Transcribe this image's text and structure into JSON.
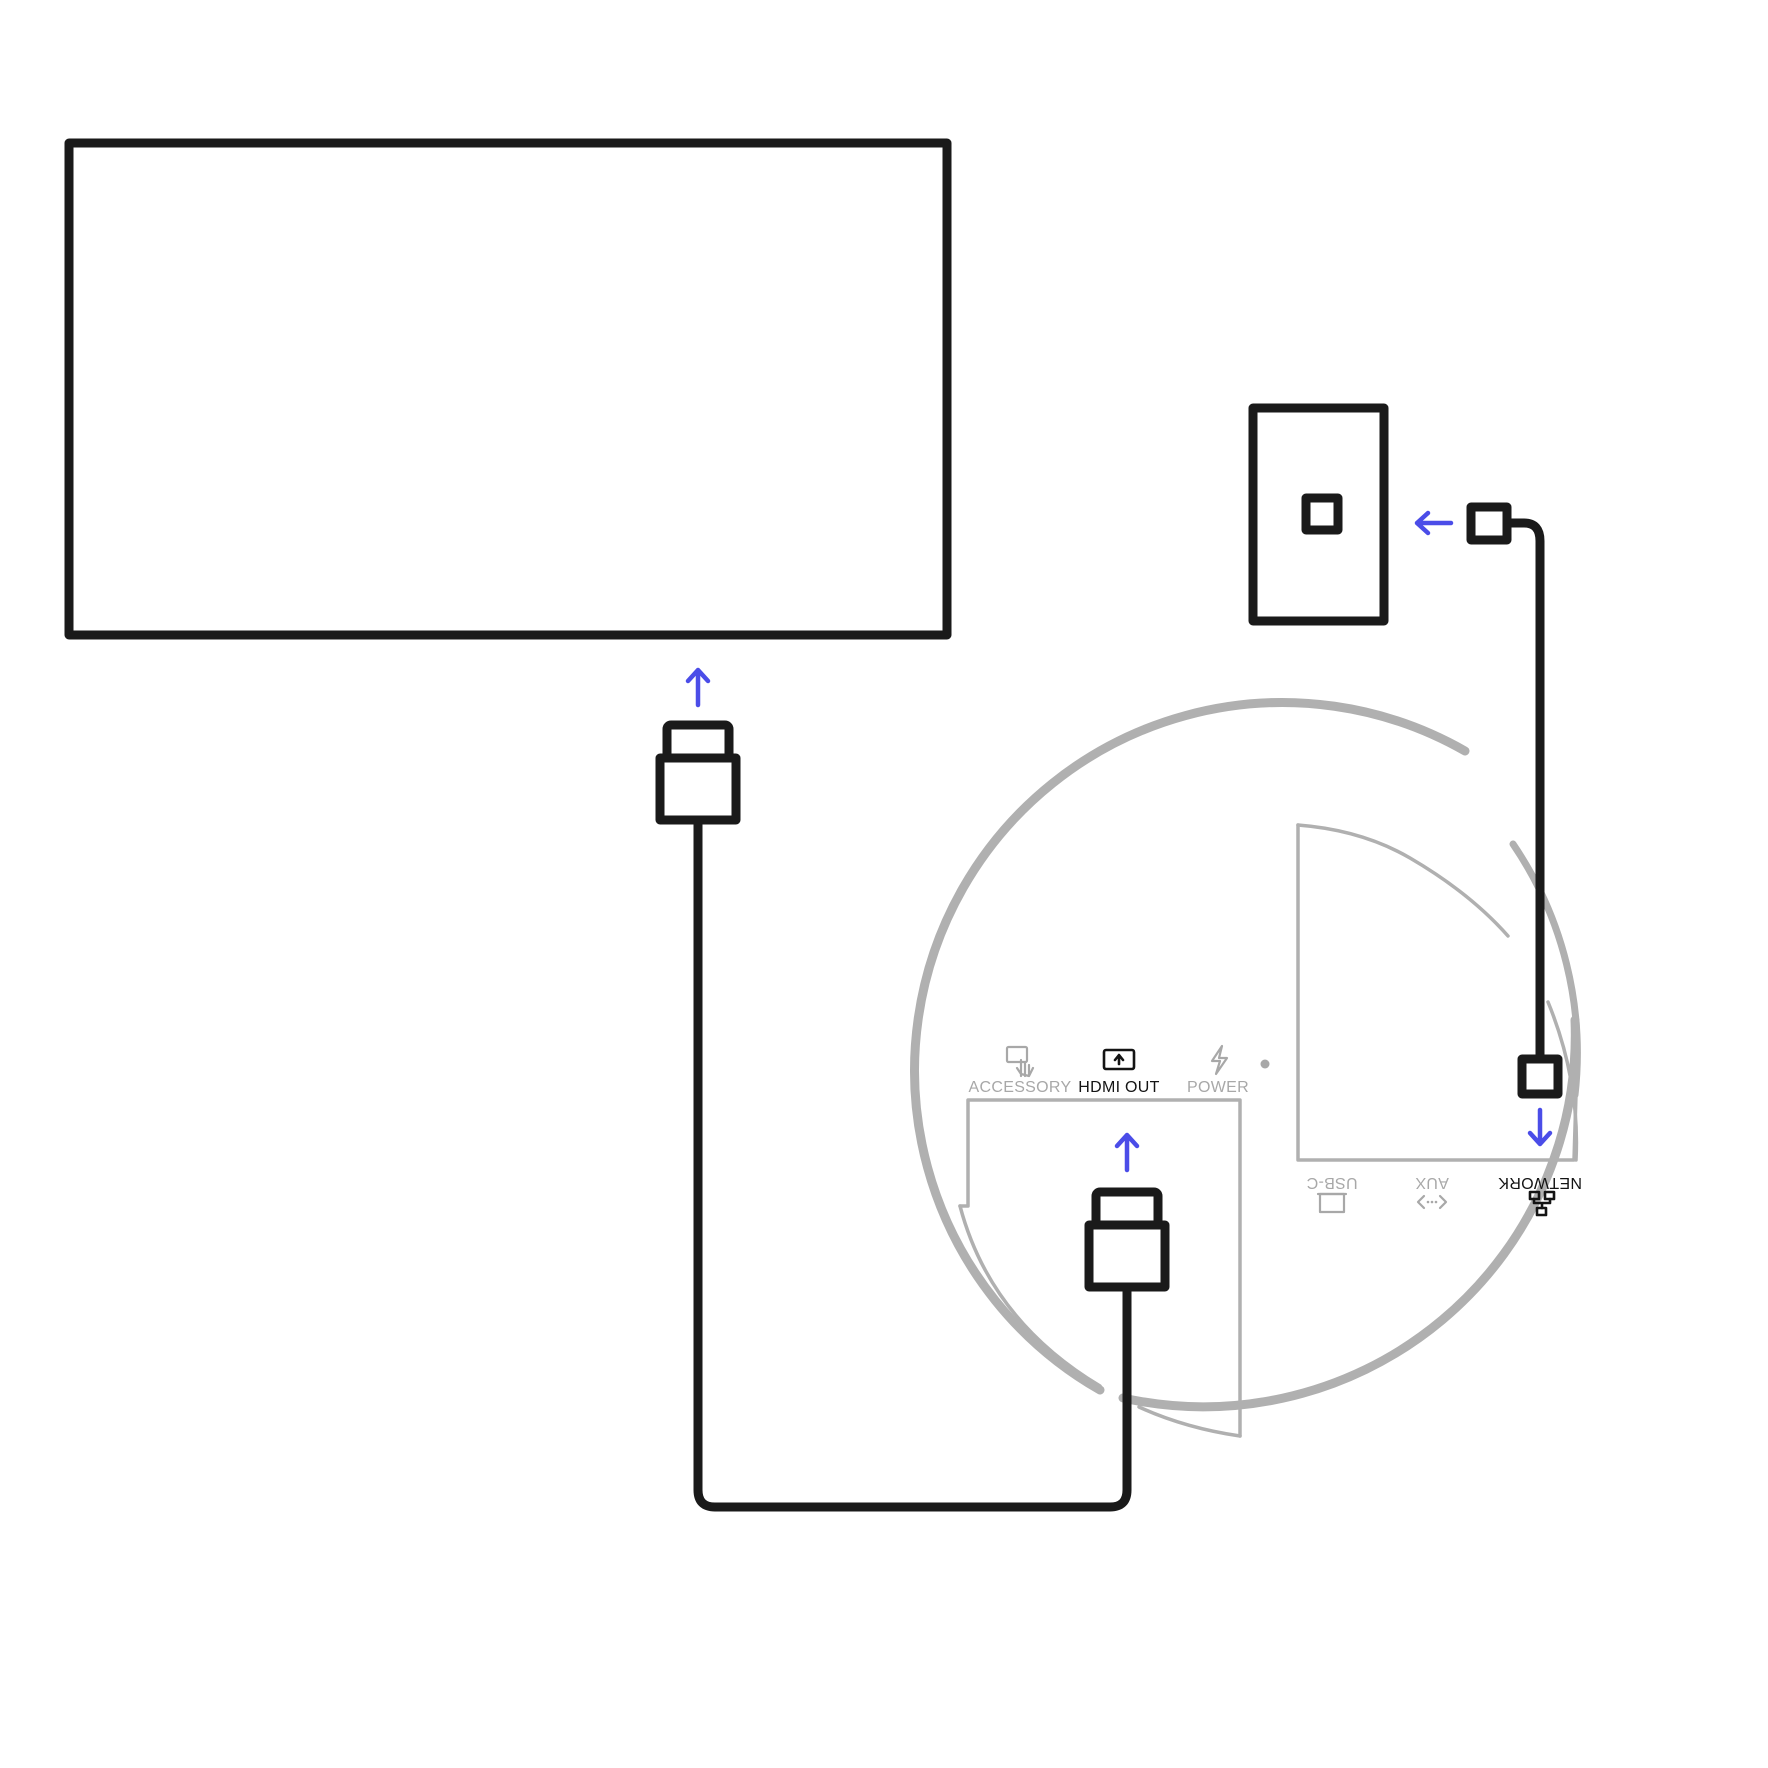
{
  "ports_front": {
    "accessory": {
      "label": "ACCESSORY",
      "icon": "accessory-touch-icon",
      "active": false
    },
    "hdmi_out": {
      "label": "HDMI OUT",
      "icon": "hdmi-out-icon",
      "active": true
    },
    "power": {
      "label": "POWER",
      "icon": "power-bolt-icon",
      "active": false
    }
  },
  "ports_back": {
    "usb_c": {
      "label": "USB-C",
      "icon": "usb-c-icon",
      "active": false
    },
    "aux": {
      "label": "AUX",
      "icon": "aux-arrows-icon",
      "active": false
    },
    "network": {
      "label": "NETWORK",
      "icon": "network-icon",
      "active": true
    }
  },
  "colors": {
    "cable": "#1a1a1a",
    "device_outline": "#b0b0b0",
    "arrow_accent": "#4b4de8",
    "inactive_label": "#a8a8a8"
  }
}
